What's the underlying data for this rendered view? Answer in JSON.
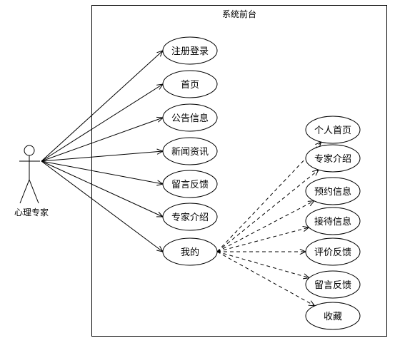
{
  "system": {
    "title": "系统前台"
  },
  "actor": {
    "label": "心理专家"
  },
  "use_cases": [
    {
      "label": "注册登录"
    },
    {
      "label": "首页"
    },
    {
      "label": "公告信息"
    },
    {
      "label": "新闻资讯"
    },
    {
      "label": "留言反馈"
    },
    {
      "label": "专家介绍"
    },
    {
      "label": "我的"
    }
  ],
  "sub_cases": [
    {
      "label": "个人首页"
    },
    {
      "label": "专家介绍"
    },
    {
      "label": "预约信息"
    },
    {
      "label": "接待信息"
    },
    {
      "label": "评价反馈"
    },
    {
      "label": "留言反馈"
    },
    {
      "label": "收藏"
    }
  ],
  "colors": {
    "stroke": "#000000",
    "background": "#ffffff"
  }
}
